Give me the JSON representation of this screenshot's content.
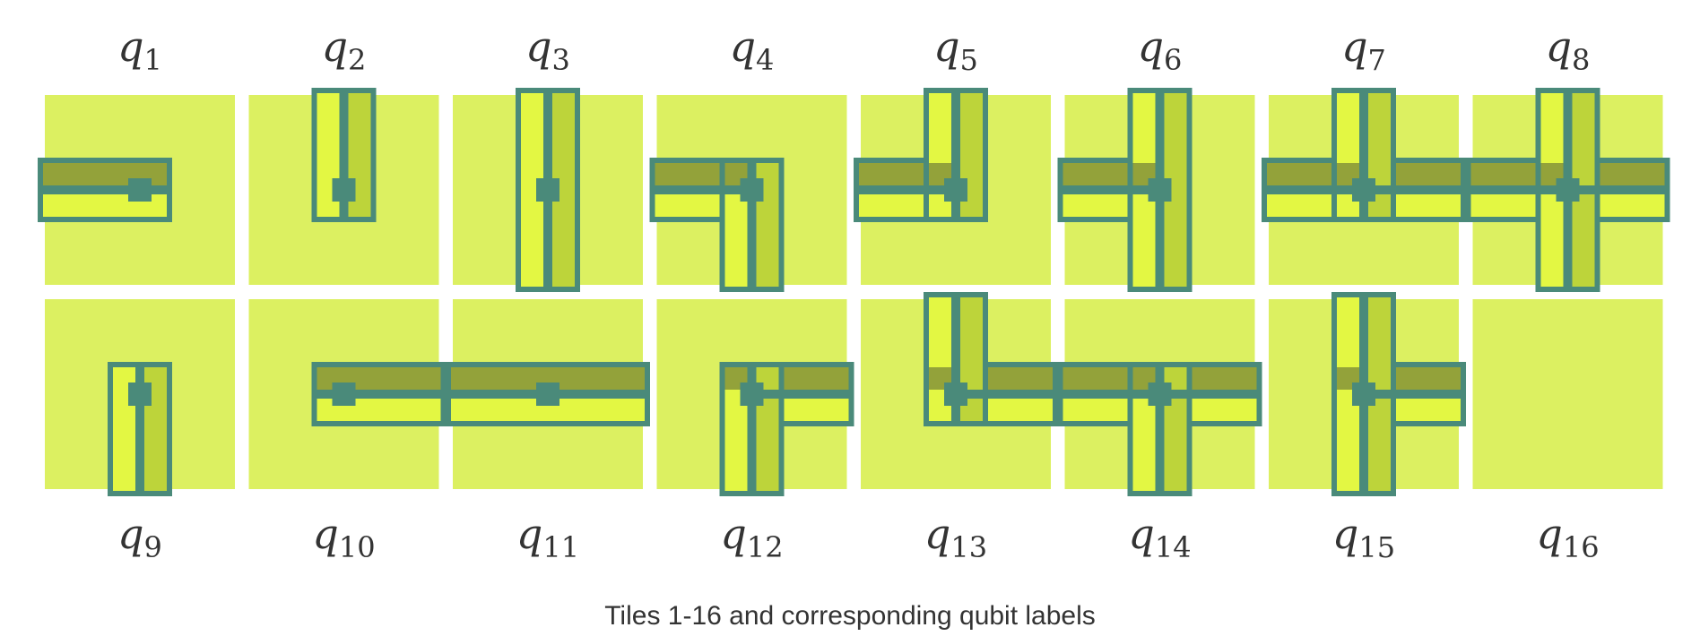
{
  "caption": "Tiles 1-16 and corresponding qubit labels",
  "colors": {
    "background": "#dcf061",
    "outline": "#4a8a7a",
    "pipe_left": "#e3f743",
    "pipe_right": "#bdd43a",
    "pipe_top": "#93a23a",
    "pipe_bottom": "#e3f743",
    "node": "#4a8a7a"
  },
  "tiles": [
    {
      "id": 1,
      "label_base": "q",
      "label_sub": "1",
      "arms": [
        "left"
      ]
    },
    {
      "id": 2,
      "label_base": "q",
      "label_sub": "2",
      "arms": [
        "up"
      ]
    },
    {
      "id": 3,
      "label_base": "q",
      "label_sub": "3",
      "arms": [
        "up",
        "down"
      ]
    },
    {
      "id": 4,
      "label_base": "q",
      "label_sub": "4",
      "arms": [
        "left",
        "down"
      ]
    },
    {
      "id": 5,
      "label_base": "q",
      "label_sub": "5",
      "arms": [
        "left",
        "up"
      ]
    },
    {
      "id": 6,
      "label_base": "q",
      "label_sub": "6",
      "arms": [
        "left",
        "up",
        "down"
      ]
    },
    {
      "id": 7,
      "label_base": "q",
      "label_sub": "7",
      "arms": [
        "left",
        "right",
        "up"
      ]
    },
    {
      "id": 8,
      "label_base": "q",
      "label_sub": "8",
      "arms": [
        "left",
        "right",
        "up",
        "down"
      ]
    },
    {
      "id": 9,
      "label_base": "q",
      "label_sub": "9",
      "arms": [
        "down"
      ]
    },
    {
      "id": 10,
      "label_base": "q",
      "label_sub": "10",
      "arms": [
        "right"
      ]
    },
    {
      "id": 11,
      "label_base": "q",
      "label_sub": "11",
      "arms": [
        "left",
        "right"
      ]
    },
    {
      "id": 12,
      "label_base": "q",
      "label_sub": "12",
      "arms": [
        "right",
        "down"
      ]
    },
    {
      "id": 13,
      "label_base": "q",
      "label_sub": "13",
      "arms": [
        "up",
        "right"
      ]
    },
    {
      "id": 14,
      "label_base": "q",
      "label_sub": "14",
      "arms": [
        "left",
        "right",
        "down"
      ]
    },
    {
      "id": 15,
      "label_base": "q",
      "label_sub": "15",
      "arms": [
        "up",
        "down",
        "right"
      ]
    },
    {
      "id": 16,
      "label_base": "q",
      "label_sub": "16",
      "arms": []
    }
  ]
}
